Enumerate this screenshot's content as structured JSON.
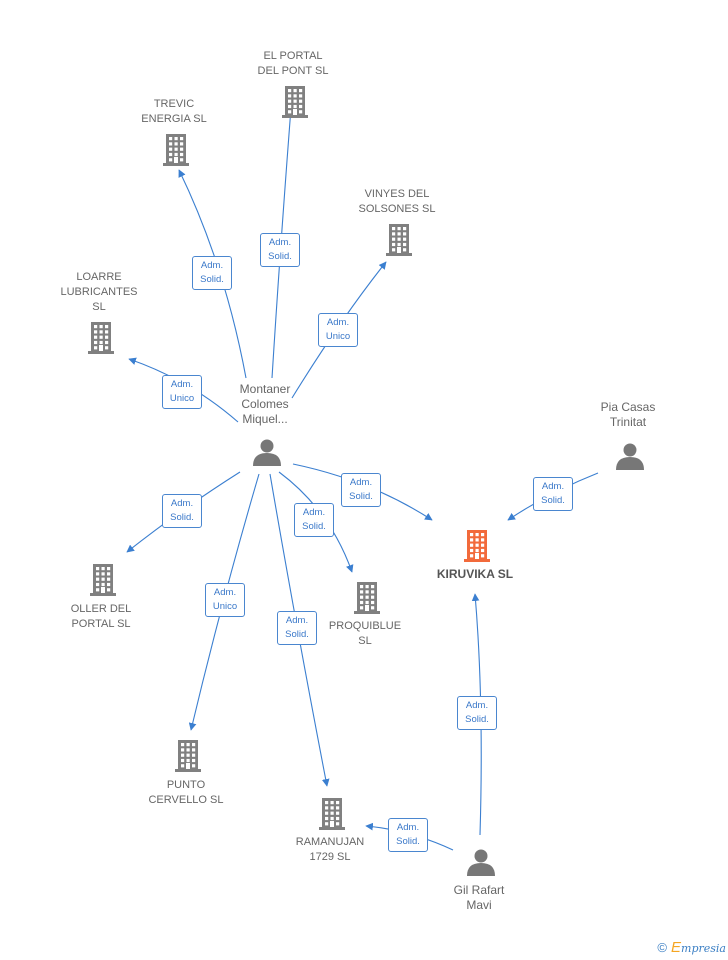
{
  "nodes": {
    "portal_pont": {
      "label": "EL PORTAL\nDEL PONT SL",
      "type": "company"
    },
    "trevic": {
      "label": "TREVIC\nENERGIA  SL",
      "type": "company"
    },
    "vinyes": {
      "label": "VINYES DEL\nSOLSONES  SL",
      "type": "company"
    },
    "loarre": {
      "label": "LOARRE\nLUBRICANTES\nSL",
      "type": "company"
    },
    "montaner": {
      "label": "Montaner\nColomes\nMiquel...",
      "type": "person"
    },
    "pia": {
      "label": "Pia Casas\nTrinitat",
      "type": "person"
    },
    "kiruvika": {
      "label": "KIRUVIKA  SL",
      "type": "company-main"
    },
    "oller": {
      "label": "OLLER DEL\nPORTAL  SL",
      "type": "company"
    },
    "proquiblue": {
      "label": "PROQUIBLUE\nSL",
      "type": "company"
    },
    "punto": {
      "label": "PUNTO\nCERVELLO  SL",
      "type": "company"
    },
    "ramanujan": {
      "label": "RAMANUJAN\n1729  SL",
      "type": "company"
    },
    "gil": {
      "label": "Gil Rafart\nMavi",
      "type": "person"
    }
  },
  "relations": [
    {
      "from": "montaner",
      "to": "portal_pont",
      "label": "Adm.\nSolid."
    },
    {
      "from": "montaner",
      "to": "trevic",
      "label": "Adm.\nSolid."
    },
    {
      "from": "montaner",
      "to": "vinyes",
      "label": "Adm.\nUnico"
    },
    {
      "from": "montaner",
      "to": "loarre",
      "label": "Adm.\nUnico"
    },
    {
      "from": "montaner",
      "to": "kiruvika",
      "label": "Adm.\nSolid."
    },
    {
      "from": "montaner",
      "to": "proquiblue",
      "label": "Adm.\nSolid."
    },
    {
      "from": "montaner",
      "to": "oller",
      "label": "Adm.\nSolid."
    },
    {
      "from": "montaner",
      "to": "punto",
      "label": "Adm.\nUnico"
    },
    {
      "from": "montaner",
      "to": "ramanujan",
      "label": "Adm.\nSolid."
    },
    {
      "from": "pia",
      "to": "kiruvika",
      "label": "Adm.\nSolid."
    },
    {
      "from": "gil",
      "to": "kiruvika",
      "label": "Adm.\nSolid."
    },
    {
      "from": "gil",
      "to": "ramanujan",
      "label": "Adm.\nSolid."
    }
  ],
  "colors": {
    "edge": "#3b7fd0",
    "company": "#808080",
    "main_company": "#f26a3b",
    "person": "#777777"
  },
  "footer": {
    "copyright": "©",
    "brand_initial": "E",
    "brand_rest": "mpresia"
  }
}
